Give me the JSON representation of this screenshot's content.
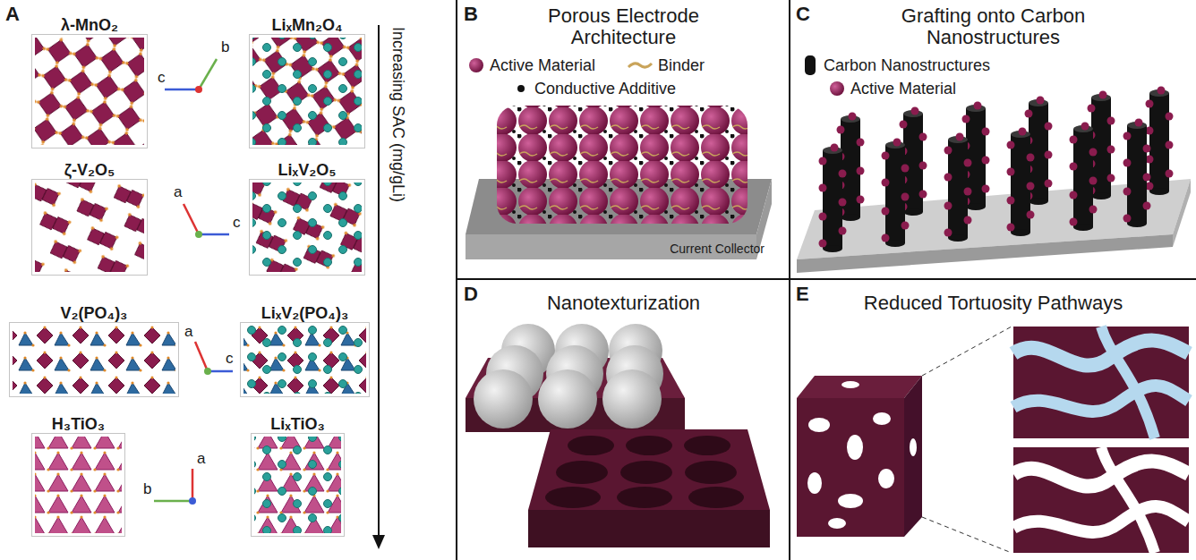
{
  "diagram": {
    "nodes": [
      {
        "text": [
          "A"
        ]
      },
      {
        "text": [
          "λ-MnO₂"
        ],
        "in": 0
      },
      {
        "text": [
          "LiₓMn₂O₄"
        ],
        "in": 0
      },
      {
        "text": [
          "ζ-V₂O₅"
        ],
        "in": 0
      },
      {
        "text": [
          "LiₓV₂O₅"
        ],
        "in": 0
      },
      {
        "text": [
          "V₂(PO₄)₃"
        ],
        "in": 0
      },
      {
        "text": [
          "LiₓV₂(PO₄)₃"
        ],
        "in": 0
      },
      {
        "text": [
          "H₃TiO₃"
        ],
        "in": 0
      },
      {
        "text": [
          "LiₓTiO₃"
        ],
        "in": 0
      },
      {
        "text": [
          "B",
          "Porous Electrode Architecture"
        ]
      },
      {
        "text": [
          "Current Collector"
        ],
        "in": 9
      },
      {
        "text": [
          "C",
          "Grafting onto Carbon Nanostructures"
        ]
      },
      {
        "text": [
          "D",
          "Nanotexturization"
        ]
      },
      {
        "text": [
          "E",
          "Reduced Tortuosity Pathways"
        ]
      }
    ],
    "labels": [
      "b",
      "c",
      "a",
      "c",
      "a",
      "c",
      "a",
      "b",
      "Increasing SAC (mg/gLi)"
    ],
    "legend": [
      {
        "text": "Active Material"
      },
      {
        "text": "Binder"
      },
      {
        "text": "Conductive Additive"
      },
      {
        "text": "Carbon Nanostructures"
      },
      {
        "text": "Active Material"
      }
    ]
  }
}
